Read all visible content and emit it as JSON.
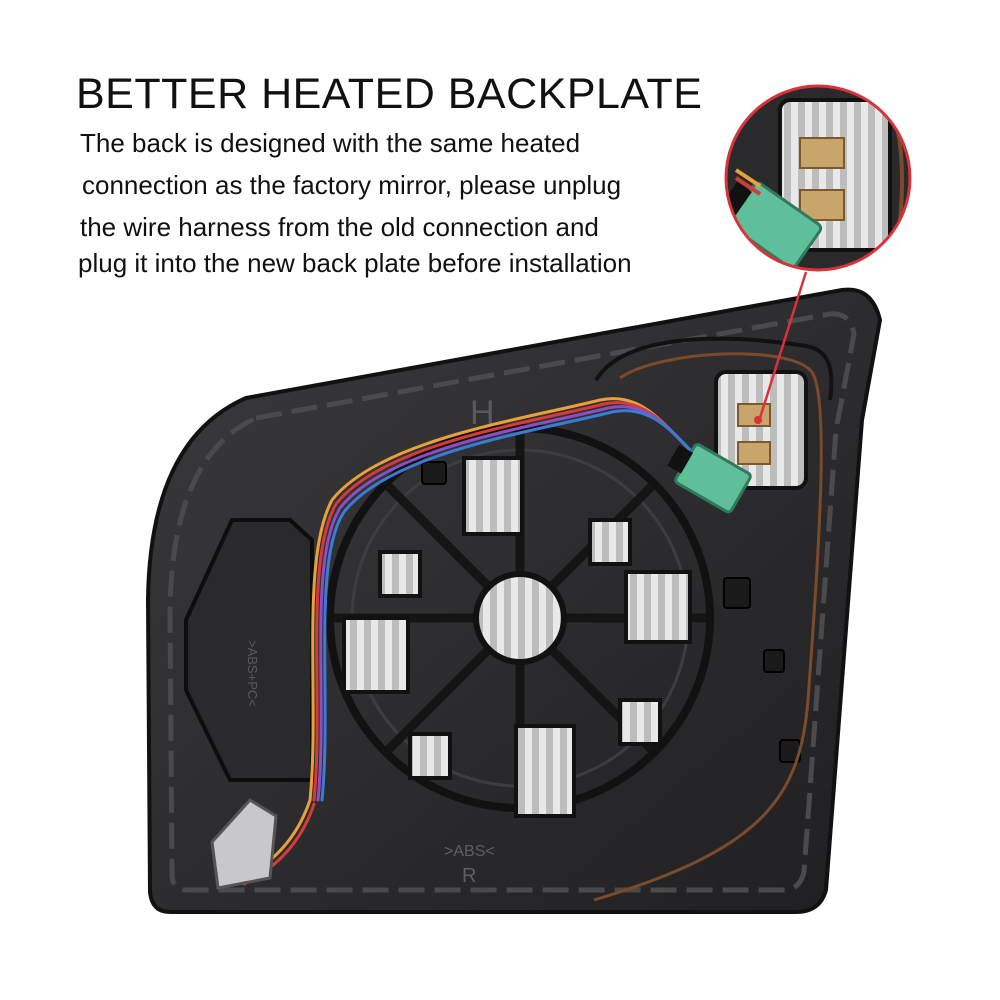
{
  "headline": "BETTER HEATED BACKPLATE",
  "description": {
    "line1": "The back is designed with the same heated",
    "line2": "connection as the factory mirror, please unplug",
    "line3": "the wire harness from the old connection and",
    "line4": "plug it into the new back plate before installation"
  },
  "embossed": {
    "top_letter": "H",
    "side_mark": ">ABS+PC<",
    "bottom_mark": ">ABS<",
    "side_letter": "R"
  },
  "colors": {
    "plate": "#2b2b2d",
    "plate_rim": "#4a4a4d",
    "connector": "#5fbf9a",
    "callout": "#d8323a",
    "wire_brown": "#7b4a2a"
  }
}
